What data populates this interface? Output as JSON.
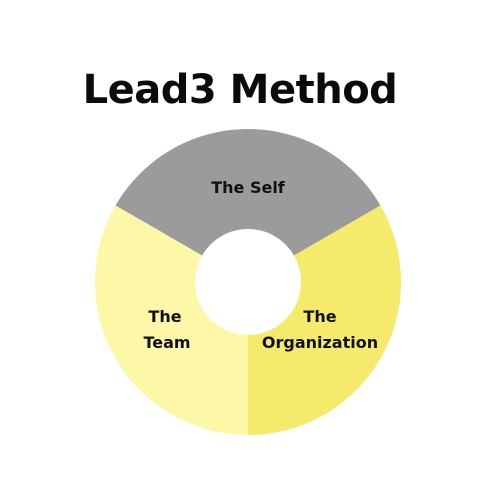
{
  "title": "Lead3 Method",
  "segments": [
    {
      "id": "self",
      "lines": [
        "The Self"
      ],
      "color": "#9b9b9b"
    },
    {
      "id": "organization",
      "lines": [
        "The",
        "Organization"
      ],
      "color": "#f5ea6b"
    },
    {
      "id": "team",
      "lines": [
        "The",
        "Team"
      ],
      "color": "#fcf8a8"
    }
  ],
  "colors": {
    "background": "#ffffff",
    "title": "#0b0b0b",
    "label": "#111111"
  }
}
